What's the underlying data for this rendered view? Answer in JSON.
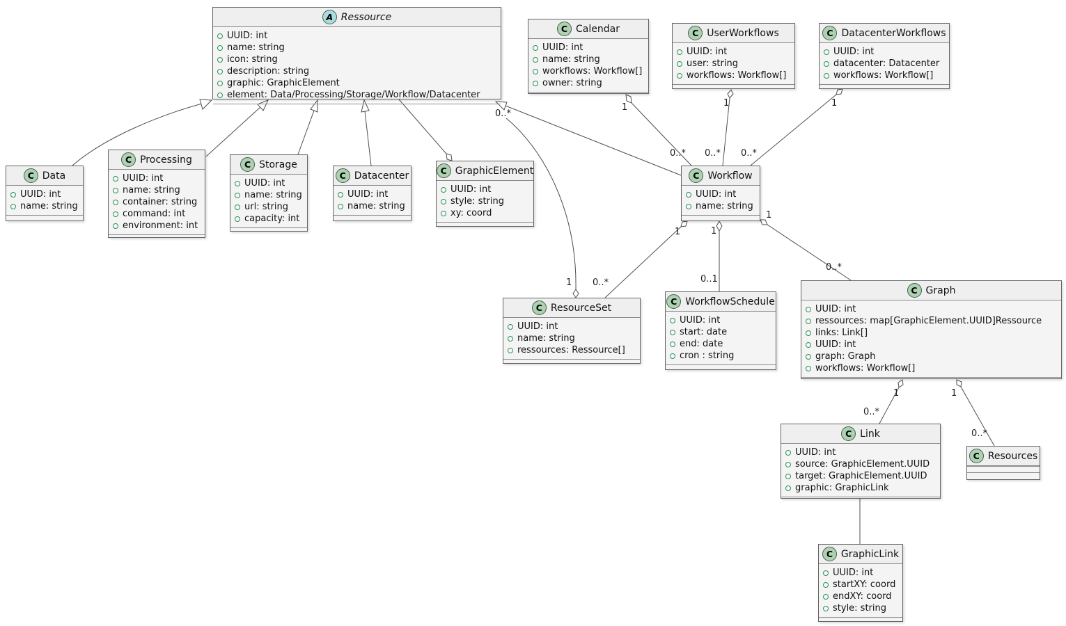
{
  "diagram": {
    "kind": "uml-class-diagram",
    "background": "#ffffff"
  },
  "colors": {
    "box_fill": "#f4f4f4",
    "box_border": "#636363",
    "line": "#4d4d4d",
    "class_badge_fill": "#add1b2",
    "abstract_badge_fill": "#a9dcdf",
    "attr_bullet": "#2a9055"
  },
  "classes": {
    "ressource": {
      "badge": "A",
      "name": "Ressource",
      "attrs": [
        "UUID: int",
        "name: string",
        "icon: string",
        "description: string",
        "graphic: GraphicElement",
        "element: Data/Processing/Storage/Workflow/Datacenter"
      ]
    },
    "calendar": {
      "badge": "C",
      "name": "Calendar",
      "attrs": [
        "UUID: int",
        "name: string",
        "workflows: Workflow[]",
        "owner: string"
      ]
    },
    "userworkflows": {
      "badge": "C",
      "name": "UserWorkflows",
      "attrs": [
        "UUID: int",
        "user: string",
        "workflows: Workflow[]"
      ]
    },
    "datacenterworkflows": {
      "badge": "C",
      "name": "DatacenterWorkflows",
      "attrs": [
        "UUID: int",
        "datacenter: Datacenter",
        "workflows: Workflow[]"
      ]
    },
    "data": {
      "badge": "C",
      "name": "Data",
      "attrs": [
        "UUID: int",
        "name: string"
      ]
    },
    "processing": {
      "badge": "C",
      "name": "Processing",
      "attrs": [
        "UUID: int",
        "name: string",
        "container: string",
        "command: int",
        "environment: int"
      ]
    },
    "storage": {
      "badge": "C",
      "name": "Storage",
      "attrs": [
        "UUID: int",
        "name: string",
        "url: string",
        "capacity: int"
      ]
    },
    "datacenter": {
      "badge": "C",
      "name": "Datacenter",
      "attrs": [
        "UUID: int",
        "name: string"
      ]
    },
    "graphicelement": {
      "badge": "C",
      "name": "GraphicElement",
      "attrs": [
        "UUID: int",
        "style: string",
        "xy: coord"
      ]
    },
    "workflow": {
      "badge": "C",
      "name": "Workflow",
      "attrs": [
        "UUID: int",
        "name: string"
      ]
    },
    "resourceset": {
      "badge": "C",
      "name": "ResourceSet",
      "attrs": [
        "UUID: int",
        "name: string",
        "ressources: Ressource[]"
      ]
    },
    "workflowschedule": {
      "badge": "C",
      "name": "WorkflowSchedule",
      "attrs": [
        "UUID: int",
        "start: date",
        "end: date",
        "cron : string"
      ]
    },
    "graph": {
      "badge": "C",
      "name": "Graph",
      "attrs": [
        "UUID: int",
        "ressources: map[GraphicElement.UUID]Ressource",
        "links: Link[]",
        "UUID: int",
        "graph: Graph",
        "workflows: Workflow[]"
      ]
    },
    "link": {
      "badge": "C",
      "name": "Link",
      "attrs": [
        "UUID: int",
        "source: GraphicElement.UUID",
        "target: GraphicElement.UUID",
        "graphic: GraphicLink"
      ]
    },
    "resources": {
      "badge": "C",
      "name": "Resources",
      "attrs": []
    },
    "graphiclink": {
      "badge": "C",
      "name": "GraphicLink",
      "attrs": [
        "UUID: int",
        "startXY: coord",
        "endXY: coord",
        "style: string"
      ]
    }
  },
  "edge_labels": {
    "calendar_workflow": {
      "source": "1",
      "target": "0..*"
    },
    "userworkflows_workflow": {
      "source": "1",
      "target": "0..*"
    },
    "datacenterworkflows_workflow": {
      "source": "1",
      "target": "0..*"
    },
    "resourceset_ressource": {
      "source": "1",
      "target": "0..*"
    },
    "workflow_resourceset": {
      "source": "1",
      "target": "0..*"
    },
    "workflow_workflowschedule": {
      "source": "1",
      "target": "0..1"
    },
    "workflow_graph": {
      "source": "1",
      "target": "0..*"
    },
    "graph_link": {
      "source": "1",
      "target": "0..*"
    },
    "graph_resources": {
      "source": "1",
      "target": "0..*"
    }
  }
}
